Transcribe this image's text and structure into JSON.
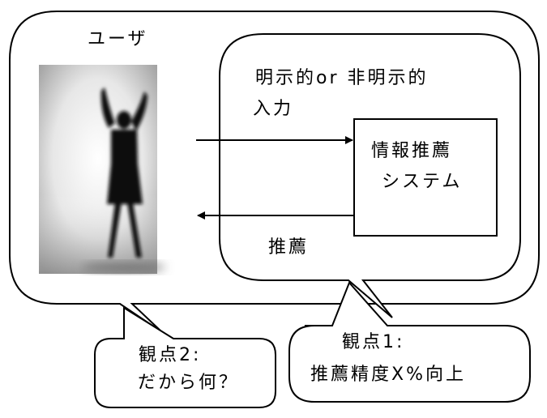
{
  "user": {
    "label": "ユーザ"
  },
  "input": {
    "line1": "明示的or 非明示的",
    "line2": "入力"
  },
  "system": {
    "line1": "情報推薦",
    "line2": "システム"
  },
  "recommendation": {
    "label": "推薦"
  },
  "callout_perspective2": {
    "line1": "観点2:",
    "line2": "だから何？"
  },
  "callout_perspective1": {
    "line1": "観点1:",
    "line2": "推薦精度X%向上"
  }
}
